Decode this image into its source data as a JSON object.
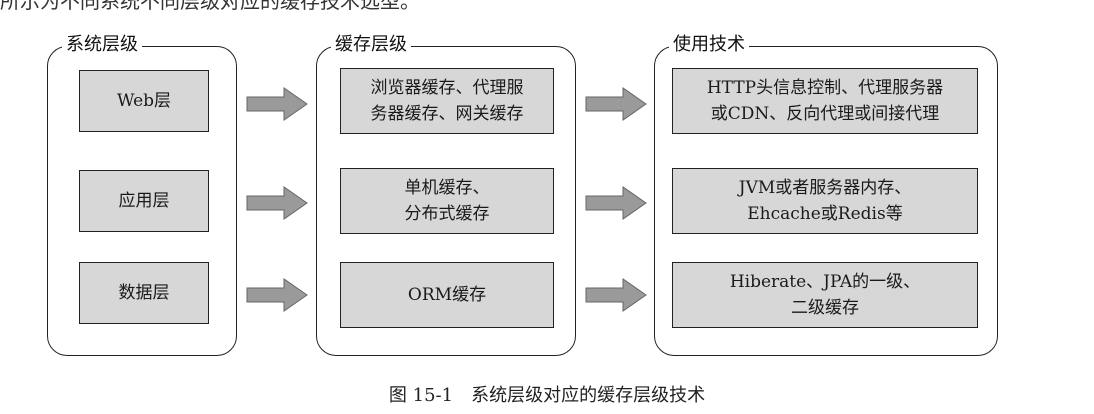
{
  "top_fragment": "所示为不同系统不同层级对应的缓存技术选型。",
  "groups": {
    "system": {
      "title": "系统层级",
      "items": [
        "Web层",
        "应用层",
        "数据层"
      ]
    },
    "cache": {
      "title": "缓存层级",
      "items": [
        [
          "浏览器缓存、代理服",
          "务器缓存、网关缓存"
        ],
        [
          "单机缓存、",
          "分布式缓存"
        ],
        [
          "ORM缓存"
        ]
      ]
    },
    "tech": {
      "title": "使用技术",
      "items": [
        [
          "HTTP头信息控制、代理服务器",
          "或CDN、反向代理或间接代理"
        ],
        [
          "JVM或者服务器内存、",
          "Ehcache或Redis等"
        ],
        [
          "Hiberate、JPA的一级、",
          "二级缓存"
        ]
      ]
    }
  },
  "caption": "图 15-1　系统层级对应的缓存层级技术",
  "colors": {
    "box_fill": "#d7d7d7",
    "arrow_fill": "#9a9a9a",
    "line": "#222222"
  }
}
